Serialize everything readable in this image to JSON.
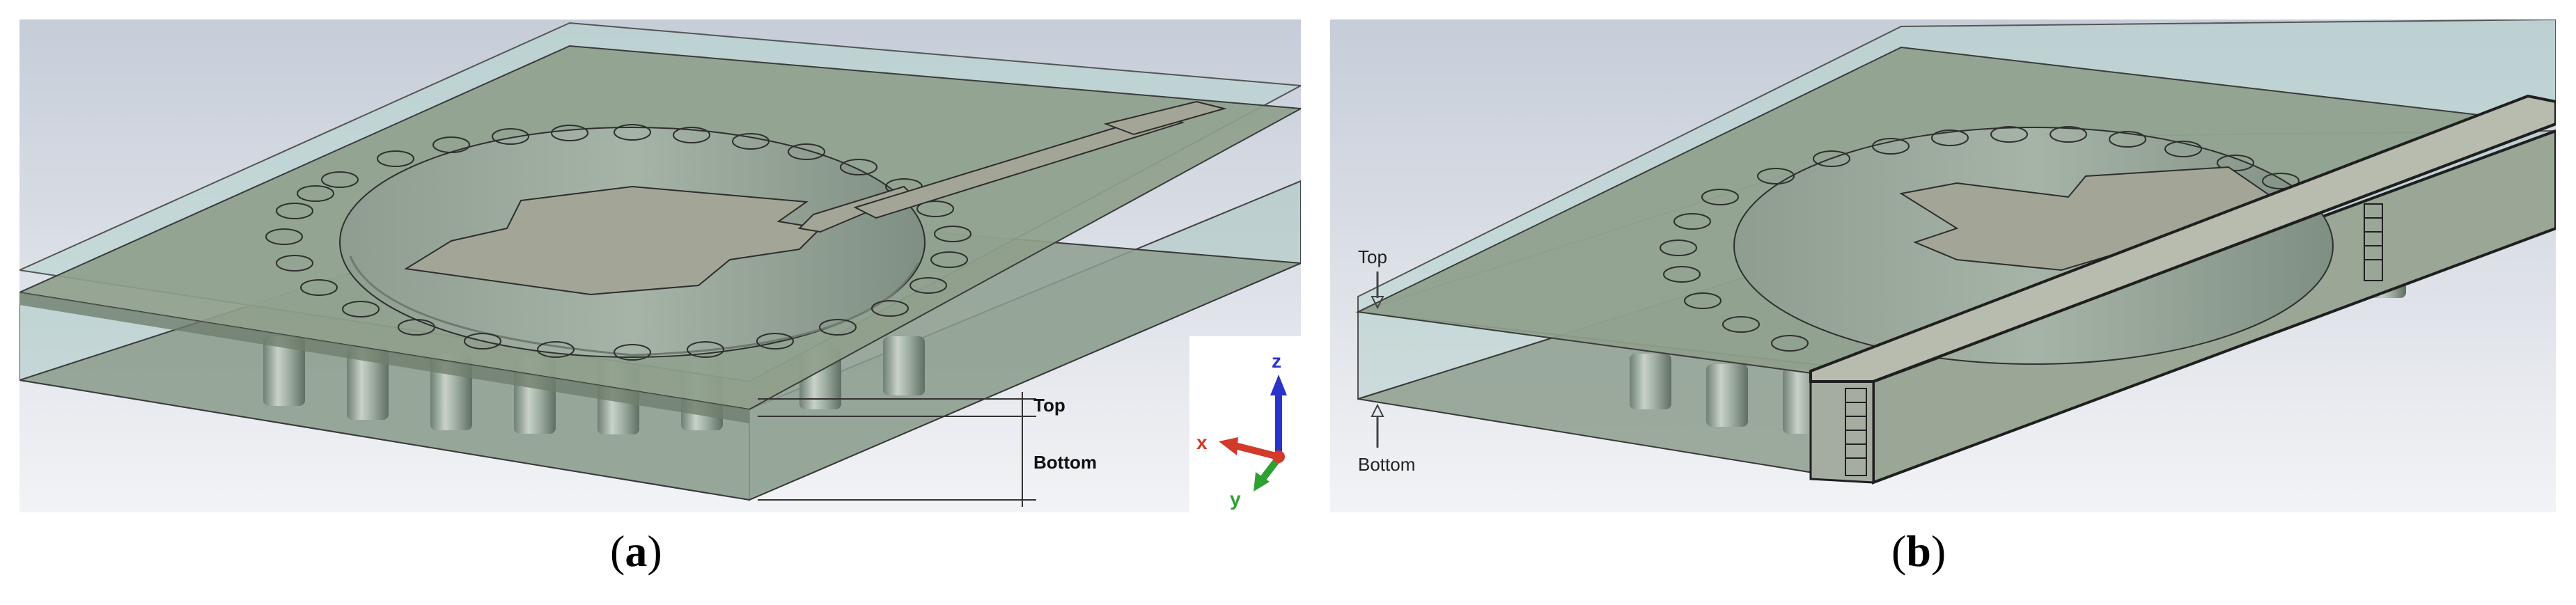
{
  "panel_a": {
    "caption_letter": "a",
    "label_top": "Top",
    "label_bottom": "Bottom",
    "axes": {
      "x": "x",
      "y": "y",
      "z": "z"
    },
    "colors": {
      "axis_x": "#d23a2a",
      "axis_y": "#2fa032",
      "axis_z": "#2a34c8"
    }
  },
  "panel_b": {
    "caption_letter": "b",
    "label_top": "Top",
    "label_bottom": "Bottom"
  },
  "caption_paren_open": "(",
  "caption_paren_close": ")"
}
